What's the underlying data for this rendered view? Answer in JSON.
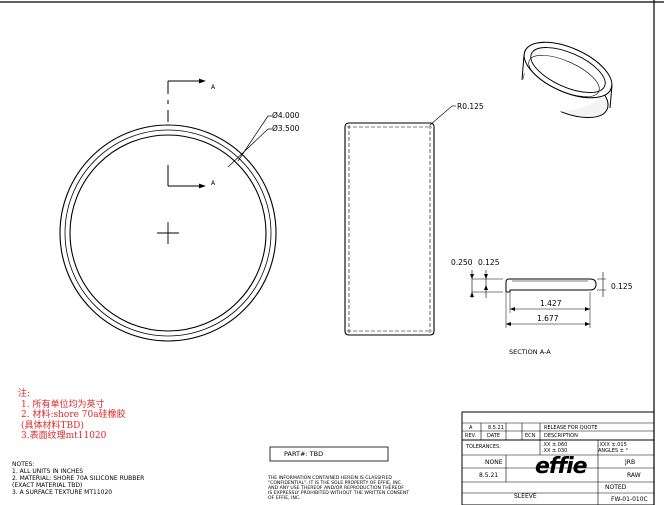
{
  "drawing": {
    "front_view": {
      "section_marker": "A",
      "outer_diameter": "Ø4.000",
      "inner_diameter": "Ø3.500"
    },
    "side_view": {
      "radius": "R0.125"
    },
    "section_view": {
      "dim_left_a": "0.250",
      "dim_left_b": "0.125",
      "dim_right": "0.125",
      "dim_inner_length": "1.427",
      "dim_total_length": "1.677",
      "caption": "SECTION A-A"
    }
  },
  "chinese_notes": [
    "注:",
    "1. 所有单位均为英寸",
    "2. 材料:shore 70a硅橡胶",
    "(具体材料TBD)",
    "3.表面纹理mt11020"
  ],
  "notes": [
    "NOTES:",
    "1. ALL UNITS IN INCHES",
    "2. MATERIAL: SHORE 70A SILICONE RUBBER",
    "(EXACT MATERIAL TBD)",
    "3. A SURFACE TEXTURE MT11020"
  ],
  "part_box": {
    "label": "PART#: TBD"
  },
  "confidential": [
    "THE INFORMATION CONTAINED HEREIN IS CLASSIFIED",
    "\"CONFIDENTIAL\". IT IS THE SOLE PROPERTY OF EFFIE, INC.",
    "AND ANY USE THEREOF AND/OR REPRODUCTION THEREOF",
    "IS EXPRESSLY PROHIBITED WITHOUT THE WRITTEN CONSENT",
    "OF EFFIE, INC."
  ],
  "title_block": {
    "rev": "A",
    "rev_date": "8.5.21",
    "rev_desc": "RELEASE FOR QUOTE",
    "col_rev": "REV.",
    "col_date": "DATE",
    "col_ecn": "ECN",
    "col_desc": "DESCRIPTION",
    "tolerances": "TOLERANCES:",
    "tol_xx": ".XX ±.060",
    "tol_xxx": ".XXX ±.015",
    "tol_xx2": ".XX ±.030",
    "tol_angles": "ANGLES ± °",
    "finish": "NONE",
    "date": "8.5.21",
    "drawn_by": "JRB",
    "raw": "RAW",
    "noted": "NOTED",
    "logo": "effie",
    "title": "SLEEVE",
    "part_number": "FW-01-010C"
  }
}
